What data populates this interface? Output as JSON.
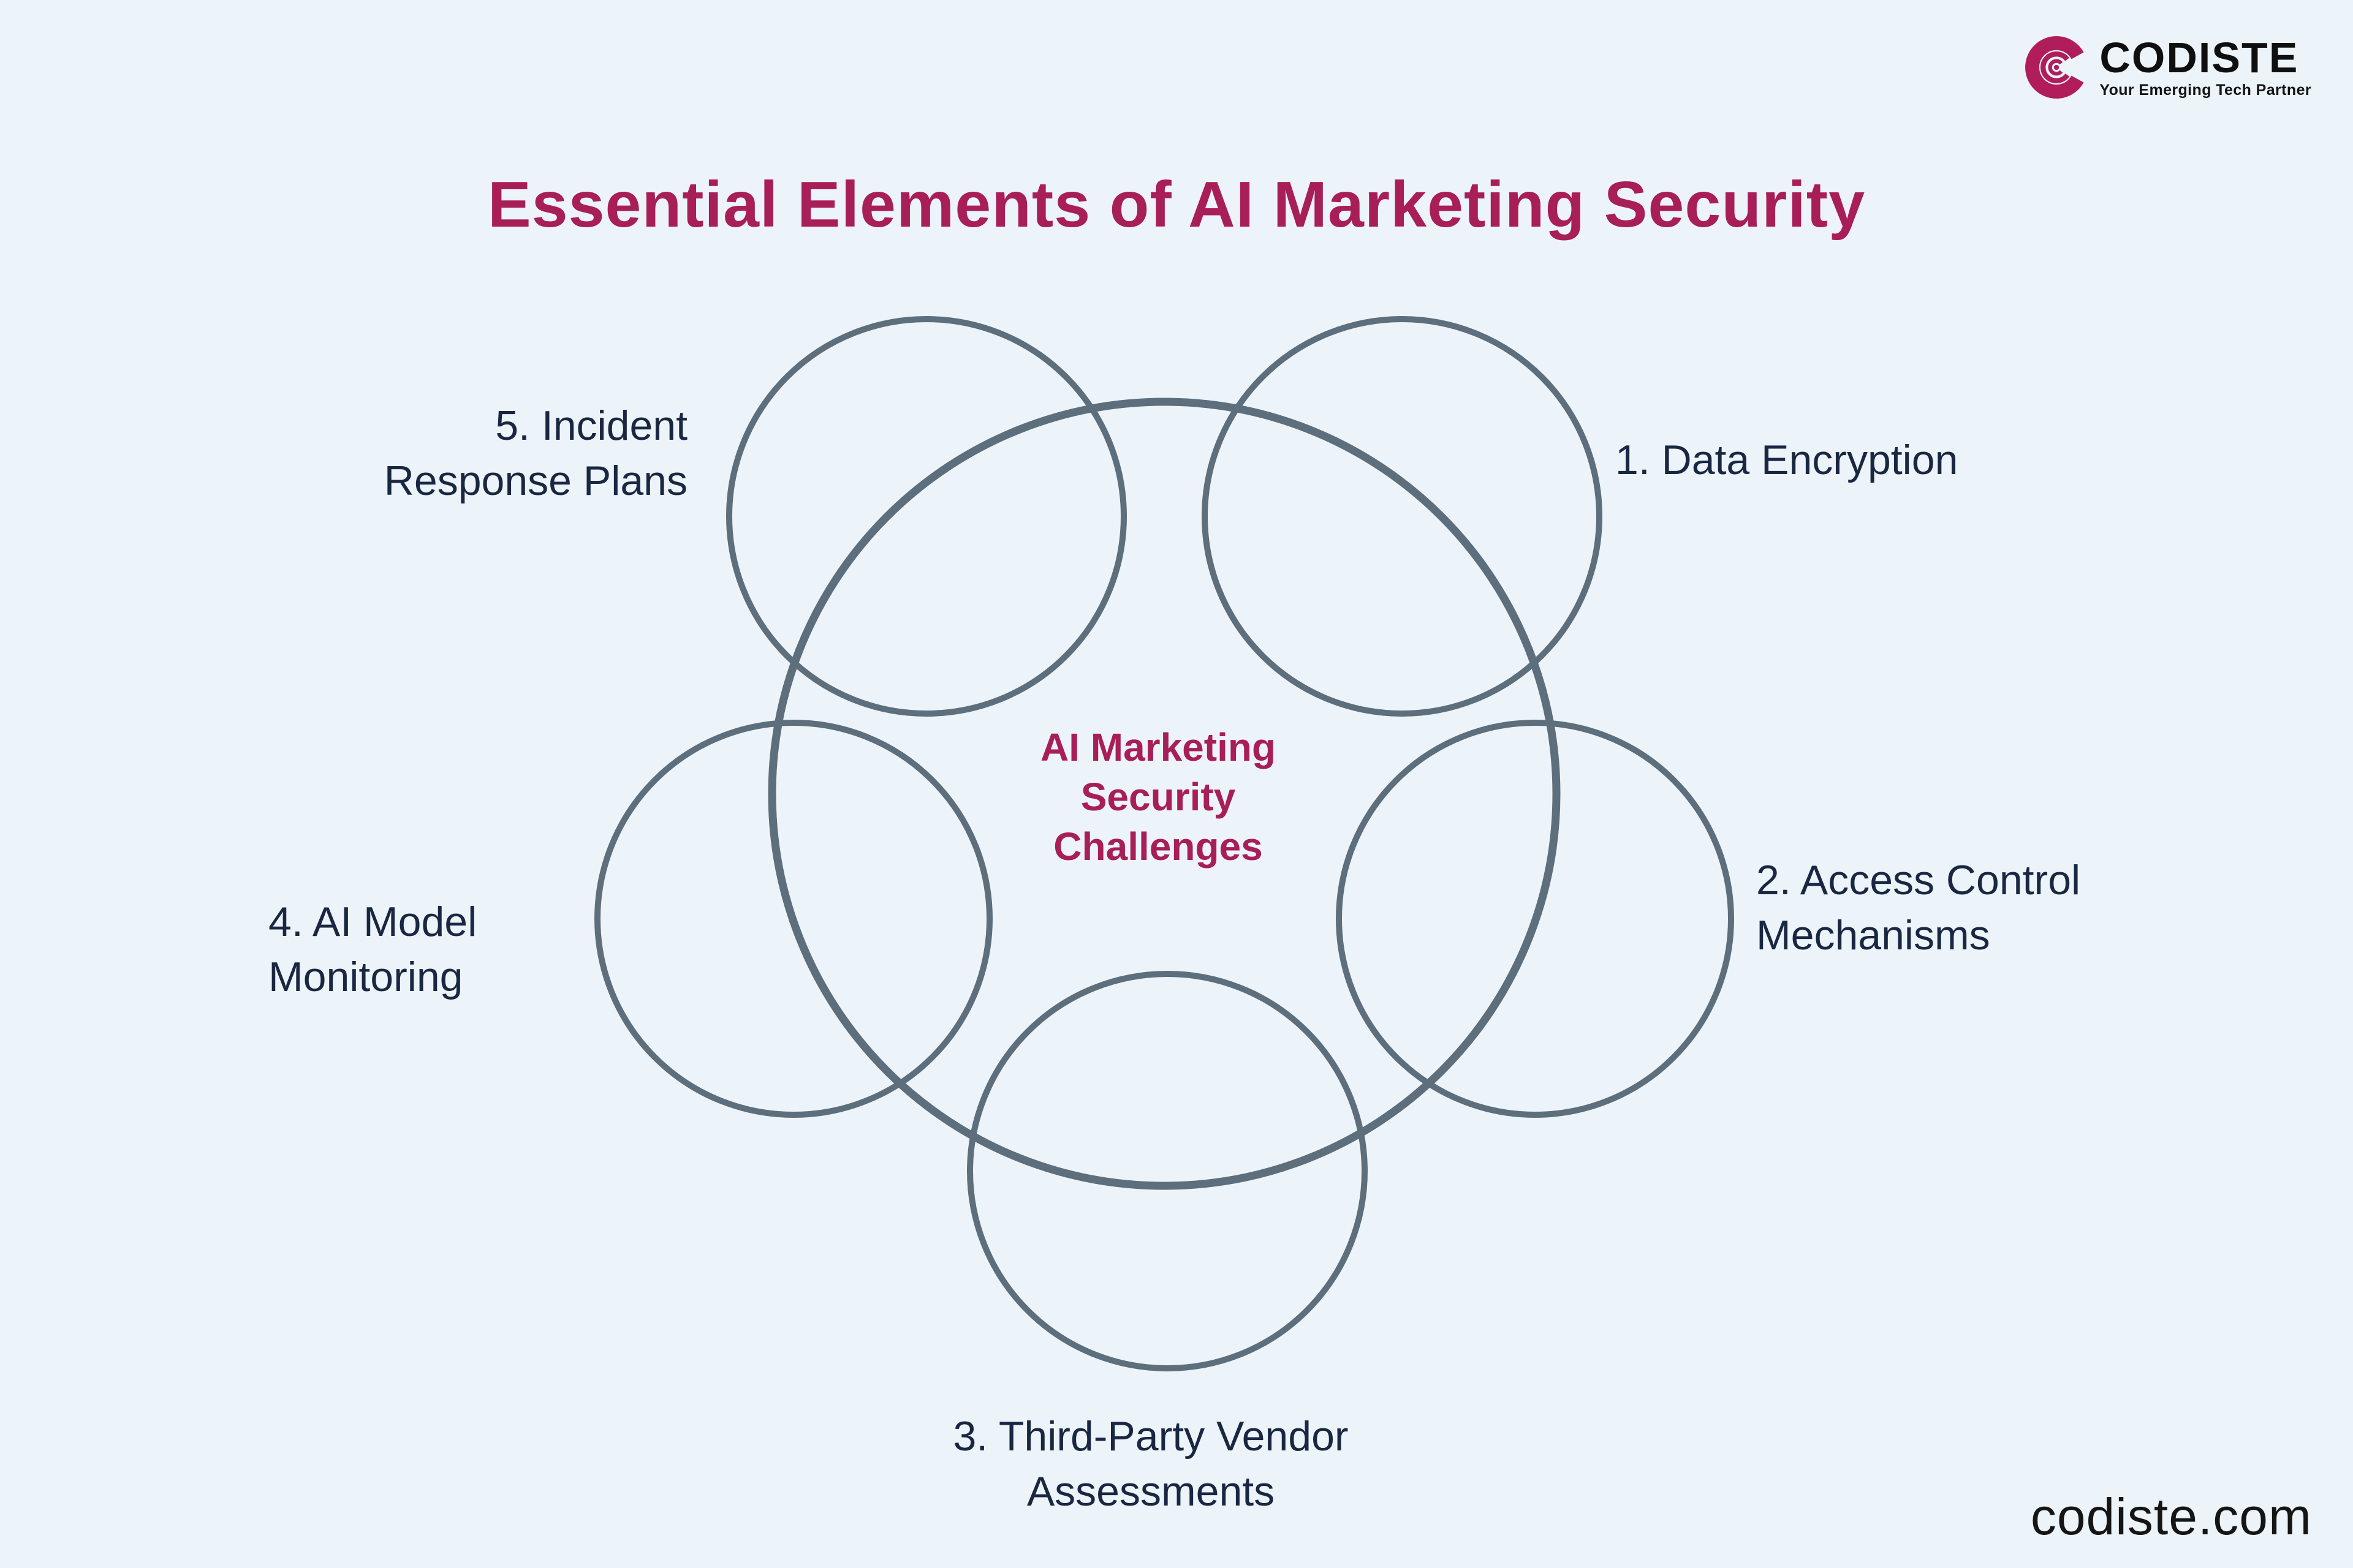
{
  "page": {
    "background_color": "#edf4f9"
  },
  "brand": {
    "logo_text": "CODISTE",
    "tagline": "Your Emerging Tech Partner",
    "logo_color": "#b01d5a",
    "text_color": "#0f0f0f"
  },
  "title": {
    "text": "Essential Elements of AI Marketing Security",
    "color": "#a81e57"
  },
  "diagram": {
    "center_label": "AI Marketing\nSecurity\nChallenges",
    "center_label_color": "#a81e57",
    "circle_stroke_color": "#5d6e7c",
    "label_color": "#1a2742",
    "items": [
      {
        "id": 1,
        "label": "1. Data Encryption",
        "position": "top-right"
      },
      {
        "id": 2,
        "label": "2. Access Control\nMechanisms",
        "position": "right"
      },
      {
        "id": 3,
        "label": "3. Third-Party Vendor\nAssessments",
        "position": "bottom"
      },
      {
        "id": 4,
        "label": "4. AI Model\nMonitoring",
        "position": "left"
      },
      {
        "id": 5,
        "label": "5. Incident\nResponse Plans",
        "position": "top-left"
      }
    ]
  },
  "footer": {
    "website": "codiste.com"
  }
}
